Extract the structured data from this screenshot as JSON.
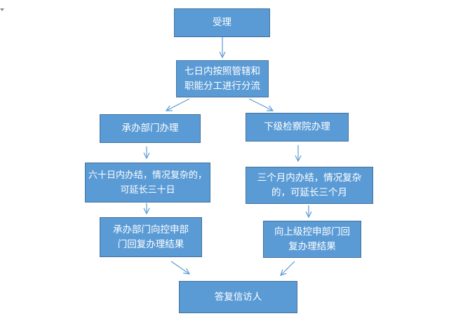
{
  "nodes": {
    "accept": "受理",
    "assign": [
      "七日内按照管辖和",
      "职能分工进行分流"
    ],
    "host_dept": "承办部门办理",
    "lower_proc": "下级检察院办理",
    "sixty_days": [
      "六十日内办结，情况复杂的，",
      "可延长三十日"
    ],
    "three_months": [
      "三个月内办结，情况复杂",
      "的，可延长三个月"
    ],
    "host_reply": [
      "承办部门向控申部",
      "门回复办理结果"
    ],
    "lower_reply": [
      "向上级控申部门回",
      "复办理结果"
    ],
    "final_reply": "答复信访人"
  },
  "colors": {
    "node_fill": "#5b9bd5",
    "node_border": "#41719c",
    "arrow": "#5b9bd5",
    "text": "#ffffff"
  }
}
